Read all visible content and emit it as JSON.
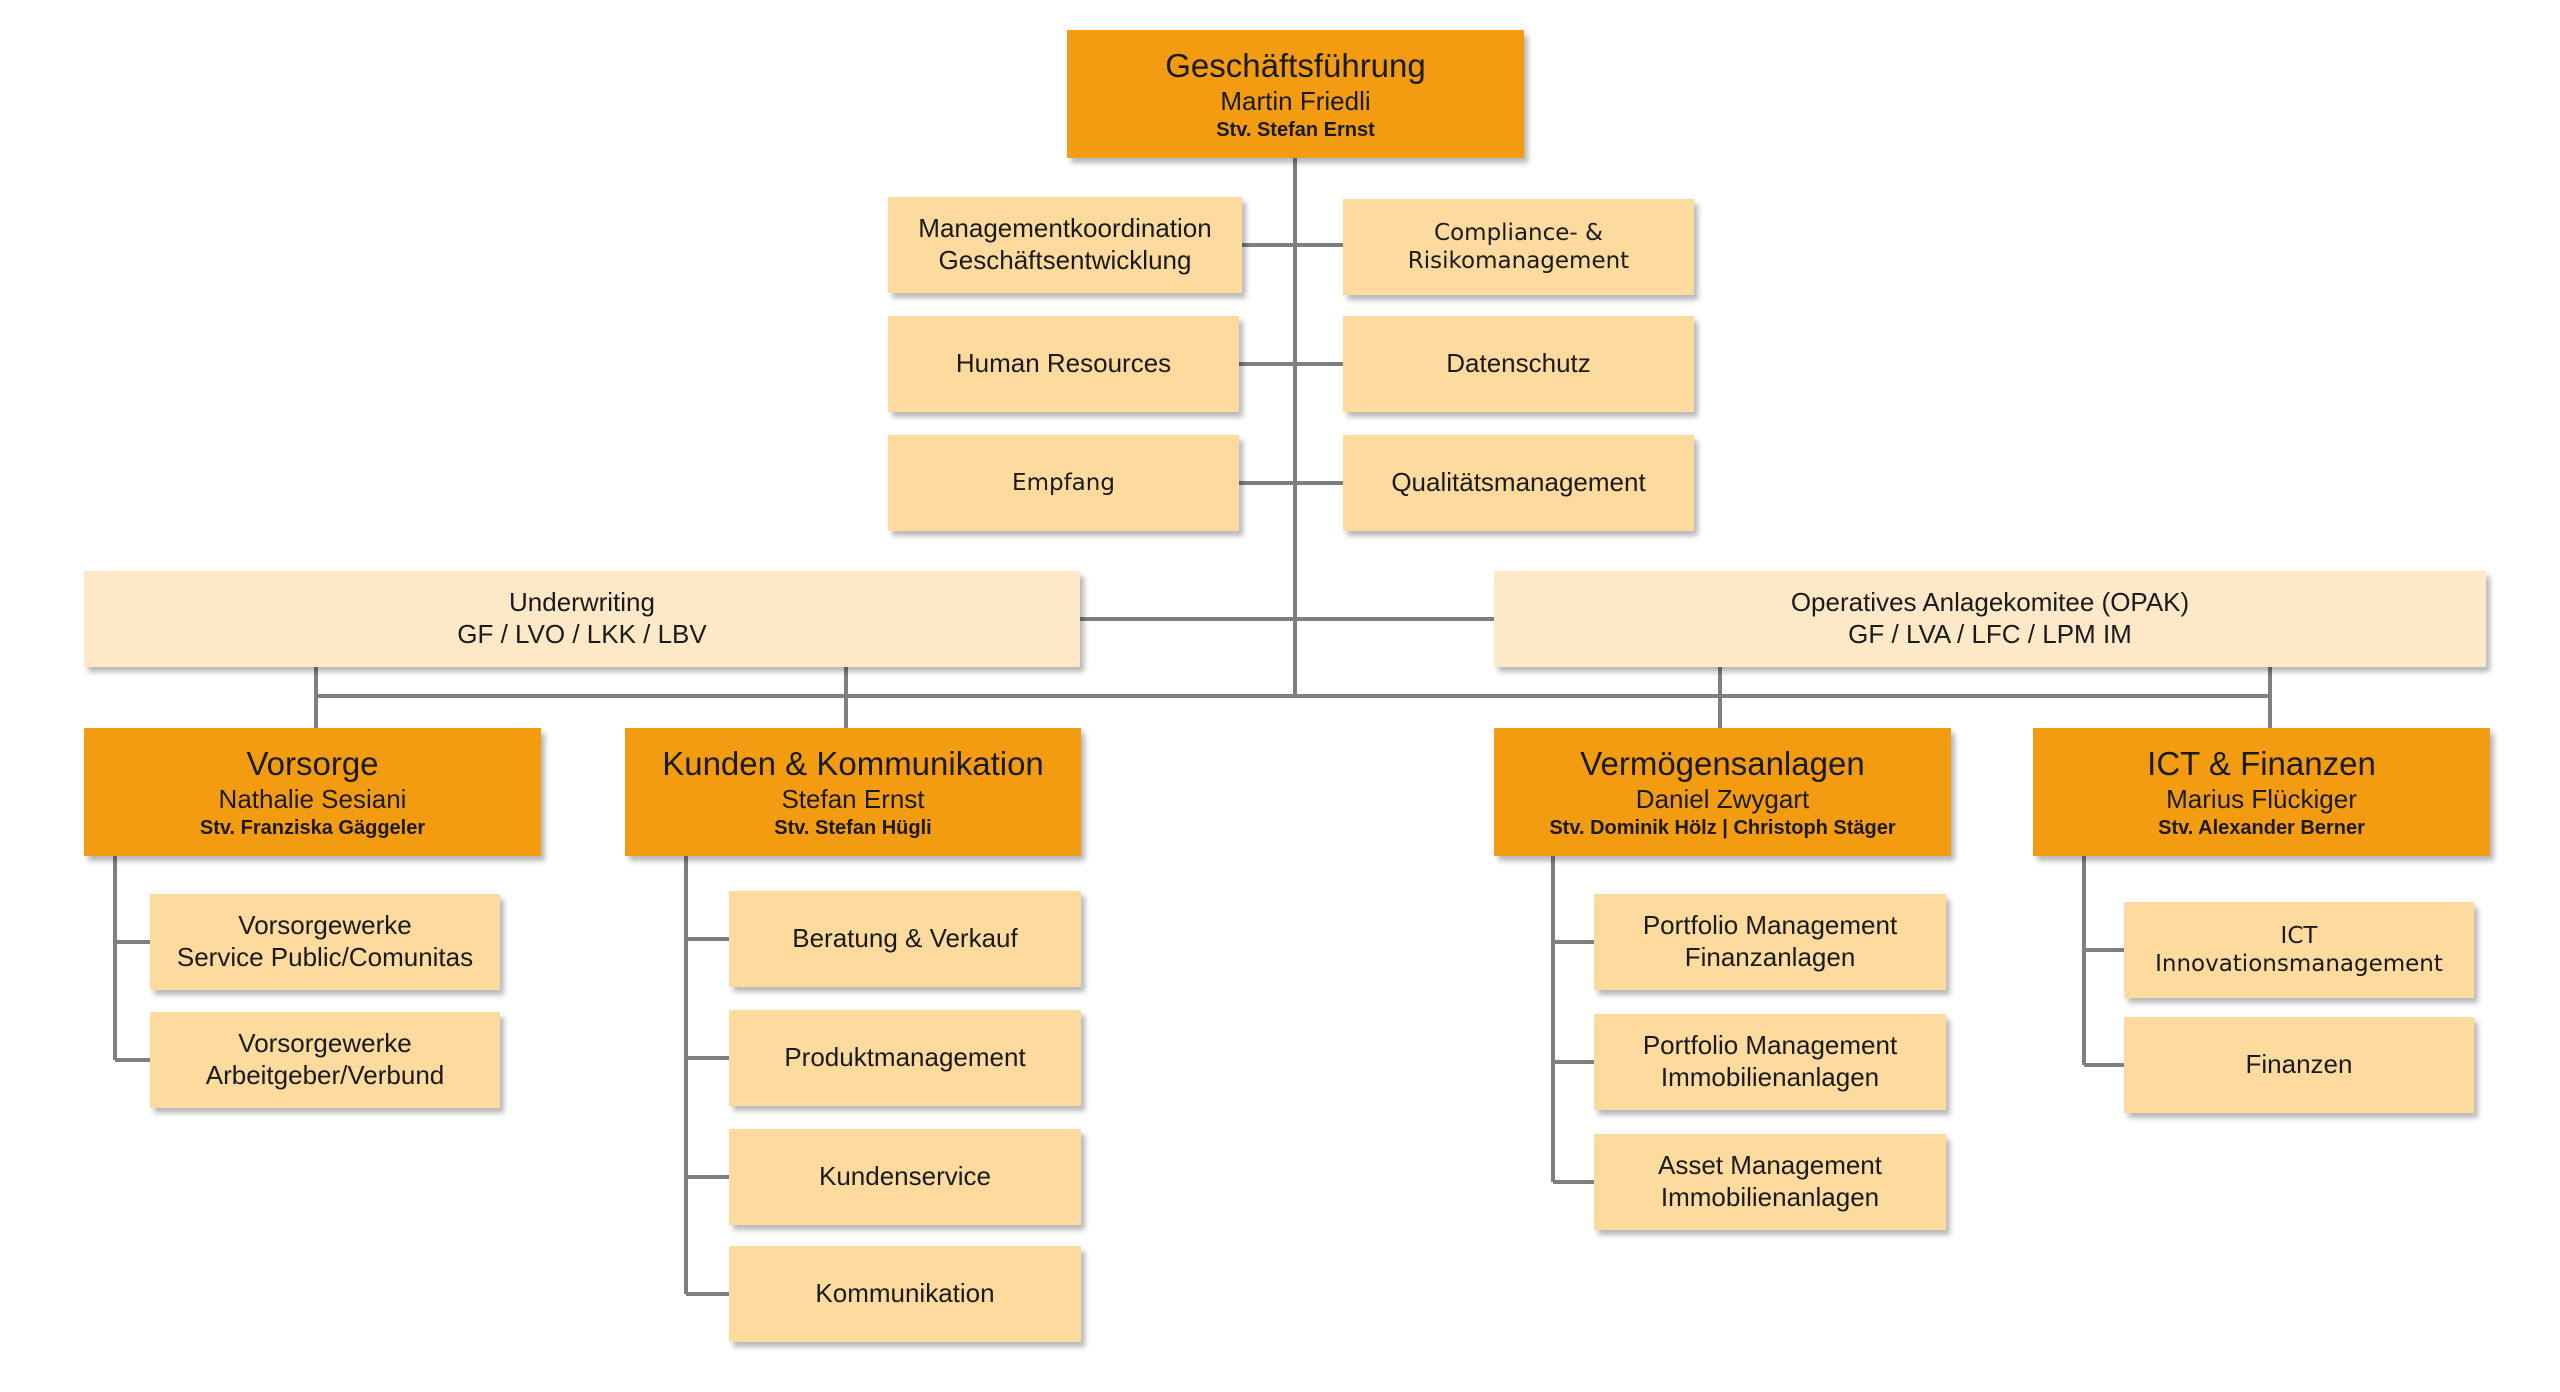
{
  "colors": {
    "executive": "#f39c12",
    "committee": "#fde9c7",
    "unit": "#fddb9e",
    "connector": "#7f7f7f"
  },
  "management": {
    "title": "Geschäftsführung",
    "person": "Martin Friedli",
    "deputy": "Stv. Stefan Ernst"
  },
  "staff_units": [
    {
      "lines": [
        "Managementkoordination",
        "Geschäftsentwicklung"
      ]
    },
    {
      "lines": [
        "Compliance- &",
        "Risikomanagement"
      ]
    },
    {
      "lines": [
        "Human Resources"
      ]
    },
    {
      "lines": [
        "Datenschutz"
      ]
    },
    {
      "lines": [
        "Empfang"
      ]
    },
    {
      "lines": [
        "Qualitätsmanagement"
      ]
    }
  ],
  "committees": [
    {
      "lines": [
        "Underwriting",
        "GF / LVO / LKK / LBV"
      ]
    },
    {
      "lines": [
        "Operatives Anlagekomitee (OPAK)",
        "GF / LVA / LFC / LPM IM"
      ]
    }
  ],
  "divisions": [
    {
      "title": "Vorsorge",
      "person": "Nathalie Sesiani",
      "deputy": "Stv. Franziska Gäggeler",
      "units": [
        {
          "lines": [
            "Vorsorgewerke",
            "Service Public/Comunitas"
          ]
        },
        {
          "lines": [
            "Vorsorgewerke",
            "Arbeitgeber/Verbund"
          ]
        }
      ]
    },
    {
      "title": "Kunden & Kommunikation",
      "person": "Stefan Ernst",
      "deputy": "Stv. Stefan Hügli",
      "units": [
        {
          "lines": [
            "Beratung & Verkauf"
          ]
        },
        {
          "lines": [
            "Produktmanagement"
          ]
        },
        {
          "lines": [
            "Kundenservice"
          ]
        },
        {
          "lines": [
            "Kommunikation"
          ]
        }
      ]
    },
    {
      "title": "Vermögensanlagen",
      "person": "Daniel Zwygart",
      "deputy": "Stv. Dominik Hölz | Christoph Stäger",
      "units": [
        {
          "lines": [
            "Portfolio Management",
            "Finanzanlagen"
          ]
        },
        {
          "lines": [
            "Portfolio Management",
            "Immobilienanlagen"
          ]
        },
        {
          "lines": [
            "Asset Management",
            "Immobilienanlagen"
          ]
        }
      ]
    },
    {
      "title": "ICT & Finanzen",
      "person": "Marius Flückiger",
      "deputy": "Stv. Alexander Berner",
      "units": [
        {
          "lines": [
            "ICT",
            "Innovationsmanagement"
          ]
        },
        {
          "lines": [
            "Finanzen"
          ]
        }
      ]
    }
  ]
}
